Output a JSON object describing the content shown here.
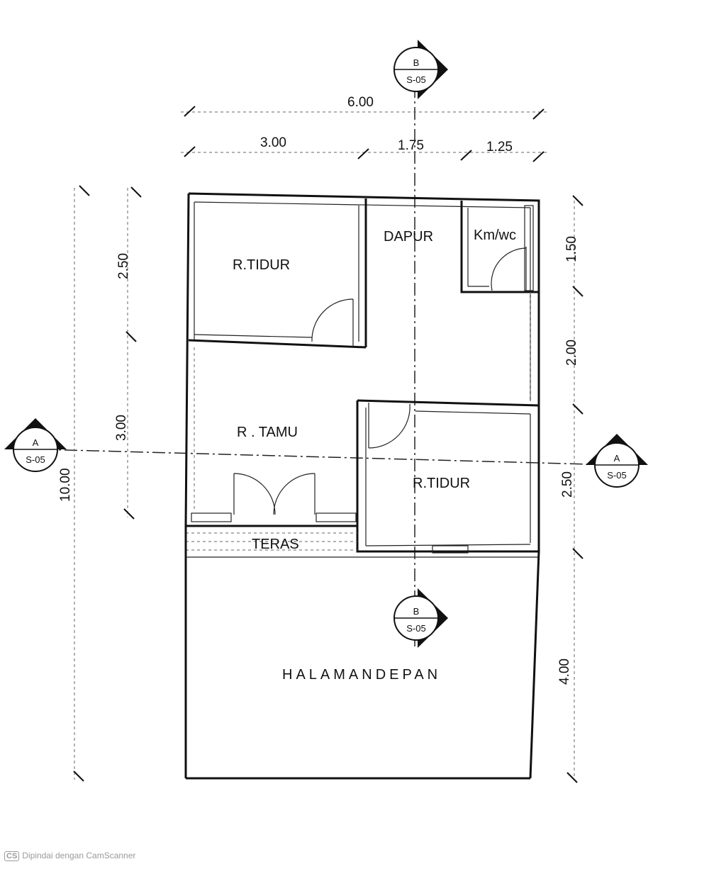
{
  "rooms": {
    "tidur_1": "R.TIDUR",
    "dapur": "DAPUR",
    "kmwc": "Km/wc",
    "tamu": "R . TAMU",
    "tidur_2": "R.TIDUR",
    "teras": "TERAS",
    "halaman": "HALAMANDEPAN"
  },
  "dimensions": {
    "top_total": "6.00",
    "top_left": "3.00",
    "top_mid": "1.75",
    "top_right": "1.25",
    "left_upper": "2.50",
    "left_lower": "3.00",
    "left_total": "10.00",
    "right_1": "1.50",
    "right_2": "2.00",
    "right_3": "2.50",
    "right_4": "4.00"
  },
  "section_markers": {
    "b_top": {
      "letter": "B",
      "sheet": "S-05"
    },
    "b_bottom": {
      "letter": "B",
      "sheet": "S-05"
    },
    "a_left": {
      "letter": "A",
      "sheet": "S-05"
    },
    "a_right": {
      "letter": "A",
      "sheet": "S-05"
    }
  },
  "watermark": {
    "badge": "CS",
    "text": "Dipindai dengan CamScanner"
  }
}
